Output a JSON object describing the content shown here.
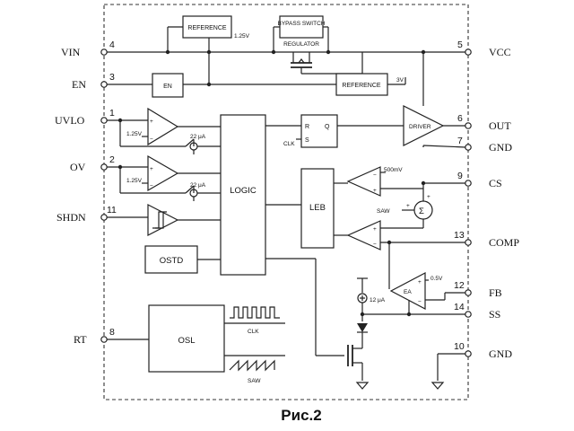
{
  "pins_left": [
    {
      "name": "VIN",
      "number": "4"
    },
    {
      "name": "EN",
      "number": "3"
    },
    {
      "name": "UVLO",
      "number": "1"
    },
    {
      "name": "OV",
      "number": "2"
    },
    {
      "name": "SHDN",
      "number": "11"
    },
    {
      "name": "RT",
      "number": "8"
    }
  ],
  "pins_right": [
    {
      "name": "VCC",
      "number": "5"
    },
    {
      "name": "OUT",
      "number": "6"
    },
    {
      "name": "GND",
      "number": "7"
    },
    {
      "name": "CS",
      "number": "9"
    },
    {
      "name": "COMP",
      "number": "13"
    },
    {
      "name": "FB",
      "number": "12"
    },
    {
      "name": "SS",
      "number": "14"
    },
    {
      "name": "GND",
      "number": "10"
    }
  ],
  "blocks": {
    "reference_top": "REFERENCE",
    "reference_top_voltage": "1.25V",
    "bypass_switch": "BYPASS SWITCH",
    "regulator": "REGULATOR",
    "reference_right": "REFERENCE",
    "reference_right_voltage": "3V",
    "en": "EN",
    "logic": "LOGIC",
    "driver": "DRIVER",
    "ff_r": "R",
    "ff_q": "Q",
    "ff_s": "S",
    "ff_clk": "CLK",
    "leb": "LEB",
    "ostd": "OSTD",
    "osl": "OSL",
    "ea": "EA",
    "sum": "Σ"
  },
  "labels": {
    "uvlo_ref": "1.25V",
    "uvlo_current": "22 μA",
    "ov_ref": "1.25V",
    "ov_current": "22 μA",
    "cs_ref": "500mV",
    "saw_in": "SAW",
    "ea_ref": "0.5V",
    "ss_current": "12 μA",
    "osc_clk": "CLK",
    "osc_saw": "SAW"
  },
  "caption": "Рис.2"
}
